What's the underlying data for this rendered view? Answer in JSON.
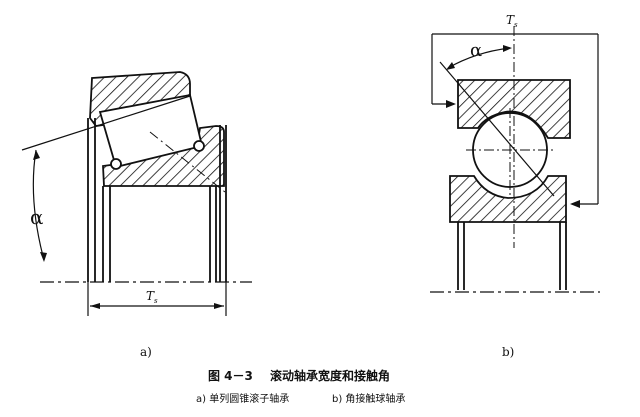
{
  "figure": {
    "left_panel": {
      "label": "a)",
      "angle_symbol": "α",
      "width_symbol": "T",
      "width_subscript": "s"
    },
    "right_panel": {
      "label": "b)",
      "angle_symbol": "α",
      "width_symbol": "T",
      "width_subscript": "s"
    },
    "caption": {
      "number": "图 4－3",
      "title": "滚动轴承宽度和接触角",
      "subcaption_a": "a) 单列圆锥滚子轴承",
      "subcaption_b": "b) 角接触球轴承"
    }
  },
  "colors": {
    "ink": "#111111",
    "paper": "#ffffff"
  }
}
